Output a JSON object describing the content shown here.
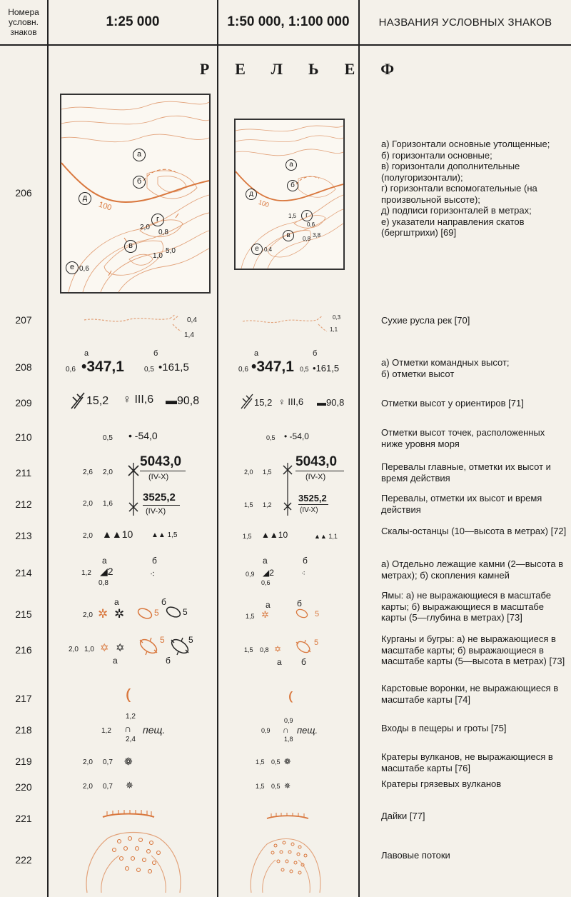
{
  "header": {
    "col_num": "Номера условн. знаков",
    "col_25": "1:25 000",
    "col_50": "1:50 000, 1:100 000",
    "col_names": "НАЗВАНИЯ УСЛОВНЫХ ЗНАКОВ"
  },
  "section_title": "РЕЛЬЕФ",
  "map_labels": {
    "a": "а",
    "b": "б",
    "v": "в",
    "g": "г",
    "d": "д",
    "e": "е",
    "contour100": "100"
  },
  "map25_nums": [
    "2,0",
    "0,8",
    "1,0",
    "5,0",
    "0,6"
  ],
  "map50_nums": [
    "1,5",
    "0,6",
    "0,8",
    "3,8",
    "0,4"
  ],
  "rows": [
    {
      "num": "206",
      "desc": "а) Горизонтали основные утолщенные;\nб) горизонтали основные;\nв) горизонтали дополнительные (полугоризонтали);\nг) горизонтали вспомогательные (на произвольной высоте);\nд) подписи горизонталей в метрах;\nе) указатели направления скатов (бергштрихи) [69]"
    },
    {
      "num": "207",
      "desc": "Сухие русла рек [70]"
    },
    {
      "num": "208",
      "desc": "а) Отметки командных высот;\nб) отметки высот"
    },
    {
      "num": "209",
      "desc": "Отметки высот у ориентиров [71]"
    },
    {
      "num": "210",
      "desc": "Отметки высот точек, расположенных ниже уровня моря"
    },
    {
      "num": "211",
      "desc": "Перевалы главные, отметки их высот и время действия"
    },
    {
      "num": "212",
      "desc": "Перевалы, отметки их высот и время действия"
    },
    {
      "num": "213",
      "desc": "Скалы-останцы (10—высота в метрах) [72]"
    },
    {
      "num": "214",
      "desc": "а) Отдельно лежащие камни (2—высота в метрах); б) скопления камней"
    },
    {
      "num": "215",
      "desc": "Ямы: а) не выражающиеся в масштабе карты; б) выражающиеся в масштабе карты (5—глубина в метрах) [73]"
    },
    {
      "num": "216",
      "desc": "Курганы и бугры: а) не выражающиеся в масштабе карты; б) выражающиеся в масштабе карты (5—высота в метрах) [73]"
    },
    {
      "num": "217",
      "desc": "Карстовые воронки, не выражающиеся в масштабе карты [74]"
    },
    {
      "num": "218",
      "desc": "Входы в пещеры и гроты [75]"
    },
    {
      "num": "219",
      "desc": "Кратеры вулканов, не выражающиеся в масштабе карты [76]"
    },
    {
      "num": "220",
      "desc": "Кратеры грязевых вулканов"
    },
    {
      "num": "221",
      "desc": "Дайки [77]"
    },
    {
      "num": "222",
      "desc": "Лавовые потоки"
    }
  ],
  "s25": {
    "r207": [
      "0,4",
      "1,4"
    ],
    "r208": {
      "a": "а",
      "a_dim": "0,6",
      "a_val": "347,1",
      "b": "б",
      "b_dim": "0,5",
      "b_val": "161,5"
    },
    "r209": [
      "15,2",
      "III,6",
      "90,8"
    ],
    "r210": {
      "dim": "0,5",
      "val": "-54,0"
    },
    "r211": {
      "d1": "2,6",
      "d2": "2,0",
      "val": "5043,0",
      "per": "(IV-X)"
    },
    "r212": {
      "d1": "2,0",
      "d2": "1,6",
      "val": "3525,2",
      "per": "(IV-X)"
    },
    "r213": {
      "d1": "2,0",
      "v1": "10",
      "v2": "1,5"
    },
    "r214": {
      "a": "а",
      "b": "б",
      "d1": "1,2",
      "v": "2",
      "d2": "0,8"
    },
    "r215": {
      "a": "а",
      "b": "б",
      "d": "2,0",
      "v1": "5",
      "v2": "5"
    },
    "r216": {
      "a": "а",
      "b": "б",
      "d1": "2,0",
      "d2": "1,0",
      "v1": "5",
      "v2": "5"
    },
    "r218": {
      "d1": "1,2",
      "d2": "1,2",
      "d3": "2,4",
      "word": "пещ."
    },
    "r219": [
      "2,0",
      "0,7"
    ],
    "r220": [
      "2,0",
      "0,7"
    ]
  },
  "s50": {
    "r207": [
      "0,3",
      "1,1"
    ],
    "r208": {
      "a": "а",
      "a_dim": "0,6",
      "a_val": "347,1",
      "b": "б",
      "b_dim": "0,5",
      "b_val": "161,5"
    },
    "r209": [
      "15,2",
      "III,6",
      "90,8"
    ],
    "r210": {
      "dim": "0,5",
      "val": "-54,0"
    },
    "r211": {
      "d1": "2,0",
      "d2": "1,5",
      "val": "5043,0",
      "per": "(IV-X)"
    },
    "r212": {
      "d1": "1,5",
      "d2": "1,2",
      "val": "3525,2",
      "per": "(IV-X)"
    },
    "r213": {
      "d1": "1,5",
      "v1": "10",
      "v2": "1,1"
    },
    "r214": {
      "a": "а",
      "b": "б",
      "d1": "0,9",
      "v": "2",
      "d2": "0,6"
    },
    "r215": {
      "a": "а",
      "b": "б",
      "d": "1,5",
      "v": "5"
    },
    "r216": {
      "a": "а",
      "b": "б",
      "d1": "1,5",
      "d2": "0,8",
      "v": "5"
    },
    "r218": {
      "d1": "0,9",
      "d2": "0,9",
      "d3": "1,8",
      "word": "пещ."
    },
    "r219": [
      "1,5",
      "0,5"
    ],
    "r220": [
      "1,5",
      "0,5"
    ]
  },
  "colors": {
    "ink": "#1a1a1a",
    "orange": "#d9773d",
    "paper": "#f4f1ea"
  }
}
